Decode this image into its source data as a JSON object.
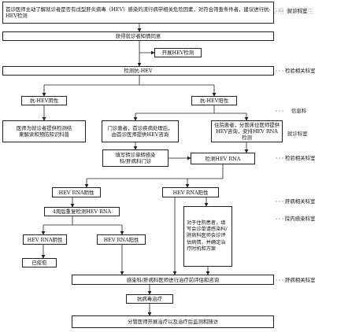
{
  "watermark": "中国实用乡村医生",
  "nodes": {
    "n1": "首诊医师主动了解就诊者是否有戊型肝炎病毒（HEV）感染的流行病学相关危险因素，对符合筛查条件者，建议进行抗-HEV检测",
    "n2": "获得就诊者知情同意",
    "n3": "开展HEV检测",
    "n4": "检测抗-HEV",
    "n5": "抗-HEV阴性",
    "n6": "抗-HEV阳性",
    "n7": "医师为就诊者提供检测结\n果解读和预防知识科普",
    "n8": "门诊患者，首诊疾病处理后，\n由首诊医师提供HEV咨询",
    "n9": "住院患者，分管床位医师提供\nHEV咨询，安排HEV RNA检测",
    "n10": "填写转诊单转感染\n科/肝病科门诊",
    "n11": "检测HEV RNA",
    "n12": "HEV RNA阴性",
    "n13": "HEV RNA阳性",
    "n14": "4周后重复检测HEV RNA",
    "n15": "HEV RNA阴性",
    "n16": "HEV RNA阳性",
    "n17": "已痊愈",
    "n18": "对于住院患者，填写会诊单请感染科/肝病科医师会诊评估病情，并确定治疗时机和方案",
    "n19": "感染科/肝病科医师进行治疗前评估和咨询",
    "n20": "抗病毒治疗",
    "n21": "分管医师开展治疗以及治疗后监测和随访"
  },
  "departments": {
    "d1": "就诊科室",
    "d2": "检验相关科室",
    "d3": "信息科",
    "d4": "就诊科室",
    "d5": "检验相关科室",
    "d6": "肝病相关科室",
    "d7": "院内感染科室",
    "d8": "肝病相关科室"
  }
}
